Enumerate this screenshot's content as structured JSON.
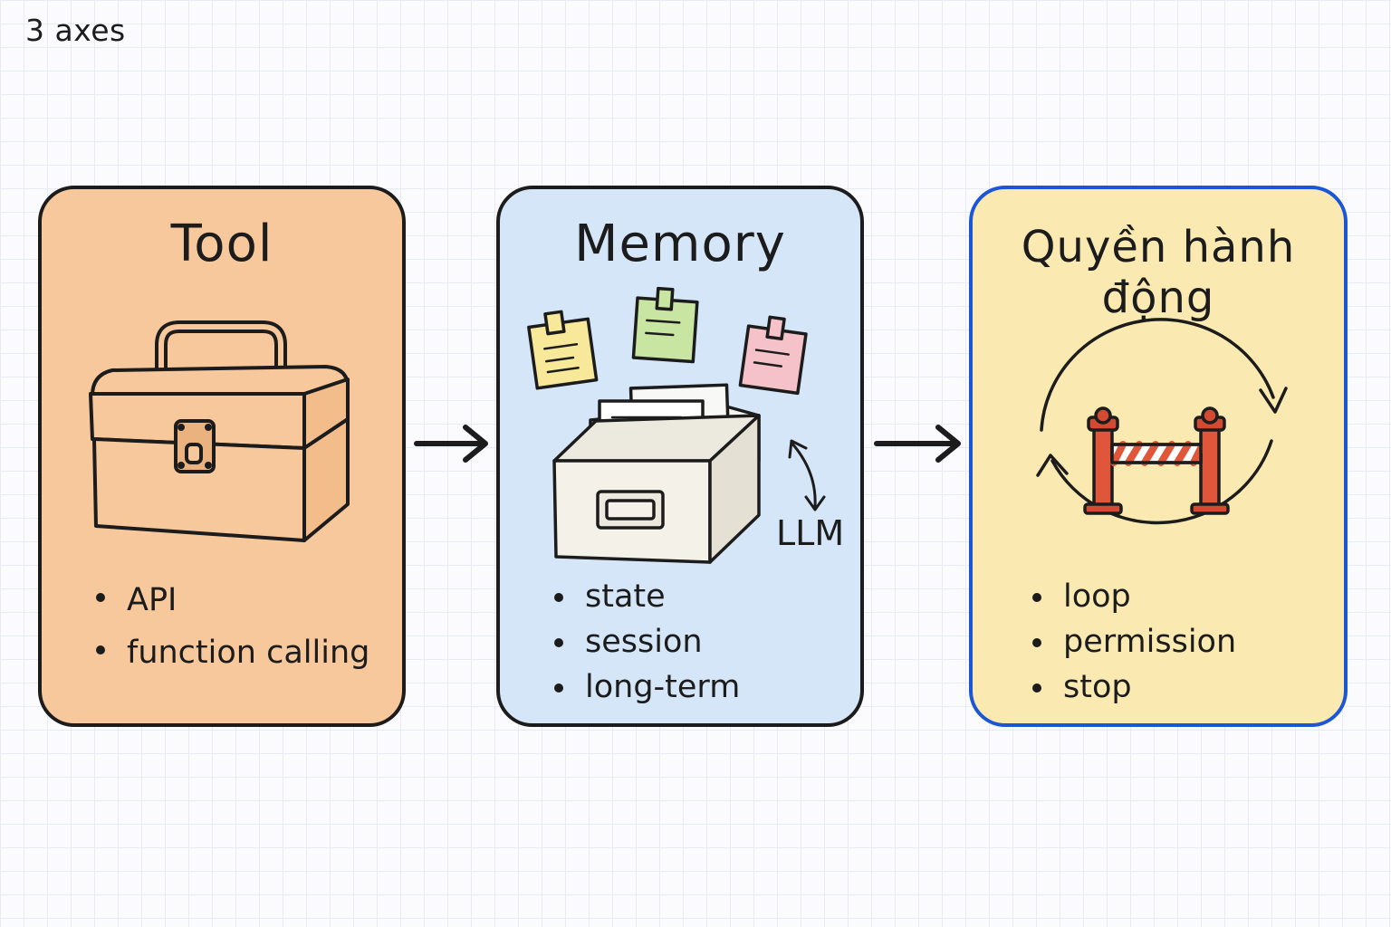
{
  "heading": "3 axes",
  "panels": {
    "tool": {
      "title": "Tool",
      "icon": "toolbox-icon",
      "items": [
        "API",
        "function calling"
      ]
    },
    "memory": {
      "title": "Memory",
      "icon": "file-box-icon",
      "side_label": "LLM",
      "items": [
        "state",
        "session",
        "long-term"
      ]
    },
    "permission": {
      "title": "Quyền hành động",
      "icon": "loop-barrier-icon",
      "items": [
        "loop",
        "permission",
        "stop"
      ]
    }
  },
  "colors": {
    "tool_bg": "#f7c89b",
    "memory_bg": "#d4e6f8",
    "permission_bg": "#faeab2",
    "permission_border": "#1a56d6",
    "outline": "#1c1c1c"
  }
}
